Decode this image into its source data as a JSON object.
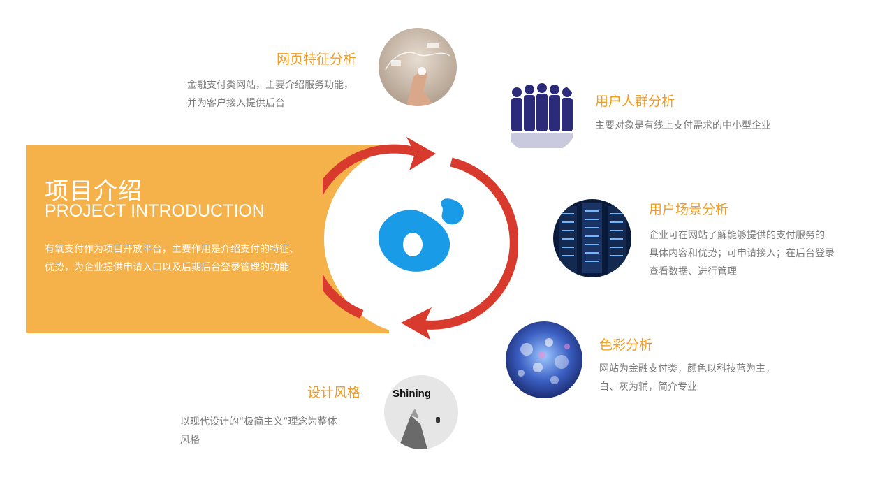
{
  "intro": {
    "title": "项目介绍",
    "subtitle": "PROJECT INTRODUCTION",
    "description": "有氧支付作为项目开放平台，主要作用是介绍支付的特征、优势，为企业提供申请入口以及后期后台登录管理的功能"
  },
  "sections": {
    "webpage": {
      "title": "网页特征分析",
      "line1": "金融支付类网站，主要介绍服务功能，",
      "line2": "并为客户接入提供后台"
    },
    "users": {
      "title": "用户人群分析",
      "text": "主要对象是有线上支付需求的中小型企业"
    },
    "scene": {
      "title": "用户场景分析",
      "line1": "企业可在网站了解能够提供的支付服务的",
      "line2": "具体内容和优势；可申请接入；在后台登录",
      "line3": "查看数据、进行管理"
    },
    "color": {
      "title": "色彩分析",
      "line1": "网站为金融支付类，颜色以科技蓝为主，",
      "line2": "白、灰为辅，简介专业"
    },
    "style": {
      "title": "设计风格",
      "line1": "以现代设计的“极简主义”理念为整体",
      "line2": "风格"
    }
  },
  "images": {
    "shining_label": "Shining"
  },
  "colors": {
    "accent_orange": "#f5b24a",
    "title_orange": "#f39c1f",
    "cycle_red": "#d83a2e",
    "logo_blue": "#1a9be8",
    "body_gray": "#7a7a7a"
  },
  "icons": [
    "cycle-arrows-icon",
    "brand-logo-icon"
  ]
}
